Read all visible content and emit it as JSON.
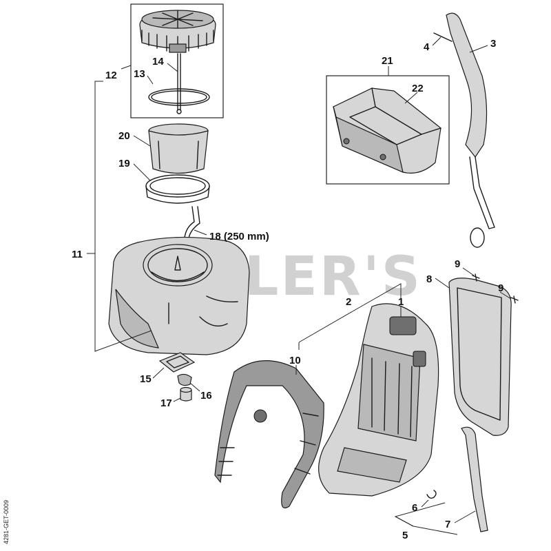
{
  "callouts": {
    "c1": "1",
    "c2": "2",
    "c3": "3",
    "c4": "4",
    "c5": "5",
    "c6": "6",
    "c7": "7",
    "c8": "8",
    "c9a": "9",
    "c9b": "9",
    "c10": "10",
    "c11": "11",
    "c12": "12",
    "c13": "13",
    "c14": "14",
    "c15": "15",
    "c16": "16",
    "c17": "17",
    "c18": "18 (250 mm)",
    "c19": "19",
    "c20": "20",
    "c21": "21",
    "c22": "22"
  },
  "watermark": "CUTLER'S",
  "drawing_code": "4281-GET-0009"
}
